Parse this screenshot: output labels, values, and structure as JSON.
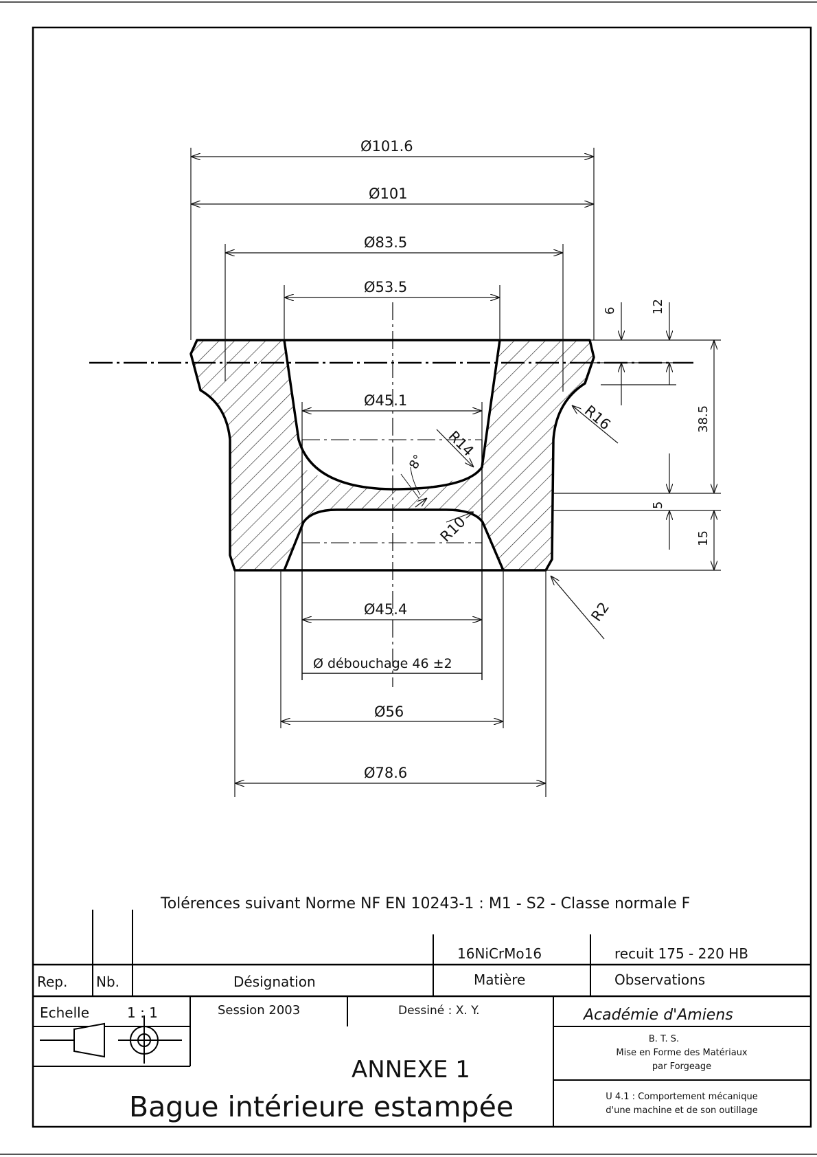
{
  "drawing": {
    "dimensions": {
      "d101_6": "Ø101.6",
      "d101": "Ø101",
      "d83_5": "Ø83.5",
      "d53_5": "Ø53.5",
      "d45_1": "Ø45.1",
      "d45_4": "Ø45.4",
      "debouchage": "Ø débouchage 46 ±2",
      "d56": "Ø56",
      "d78_6": "Ø78.6",
      "r16": "R16",
      "r14": "R14",
      "r10": "R10",
      "r2": "R2",
      "angle": "8°",
      "h6": "6",
      "h12": "12",
      "h38_5": "38.5",
      "h5": "5",
      "h15": "15"
    },
    "tolerance_note": "Tolérences suivant Norme NF EN 10243-1 : M1 - S2 - Classe normale F"
  },
  "title_block": {
    "material_value": "16NiCrMo16",
    "observations_value": "recuit 175 - 220 HB",
    "headers": {
      "rep": "Rep.",
      "nb": "Nb.",
      "designation": "Désignation",
      "matiere": "Matière",
      "observations": "Observations"
    },
    "scale_label": "Echelle",
    "scale_value": "1 : 1",
    "session": "Session 2003",
    "drawn_by": "Dessiné : X. Y.",
    "academy": "Académie d'Amiens",
    "annex": "ANNEXE 1",
    "part_name": "Bague intérieure estampée",
    "bts_line1": "B. T. S.",
    "bts_line2": "Mise en Forme des Matériaux",
    "bts_line3": "par Forgeage",
    "unit_line1": "U 4.1 : Comportement mécanique",
    "unit_line2": "d'une machine et de son outillage"
  }
}
